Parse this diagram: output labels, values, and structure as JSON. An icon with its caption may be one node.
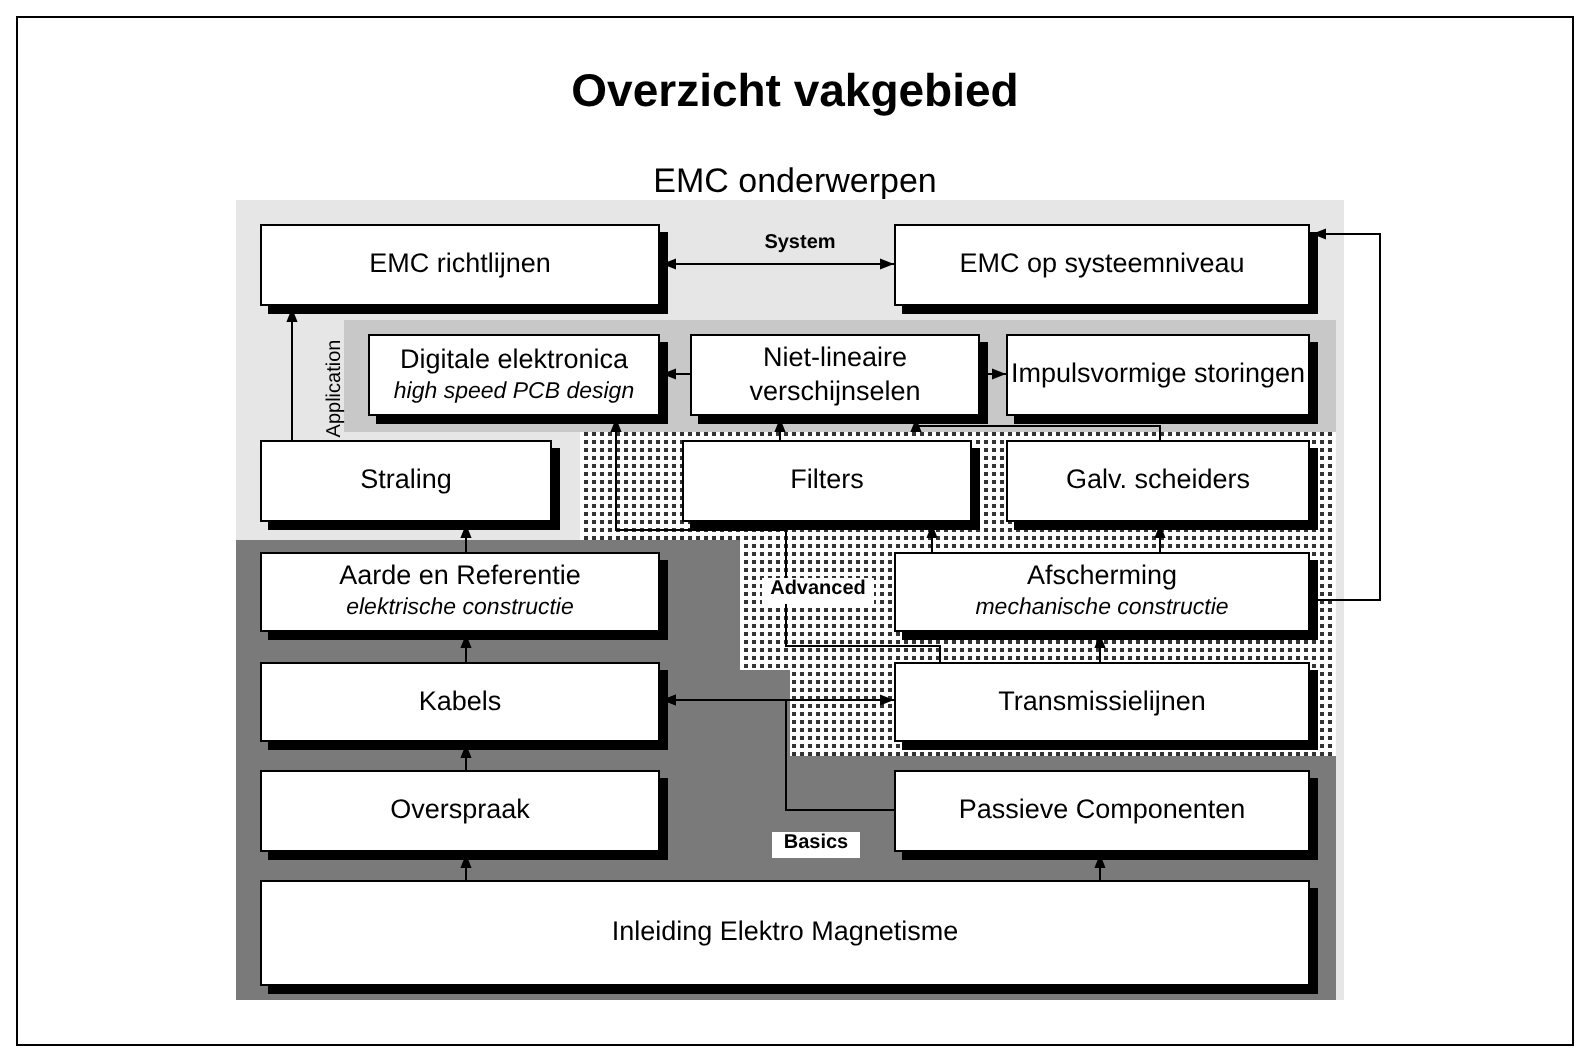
{
  "diagram": {
    "title": "Overzicht vakgebied",
    "nodes": [
      {
        "text": [
          "EMC richtlijnen"
        ]
      },
      {
        "text": [
          "EMC op systeemniveau"
        ]
      },
      {
        "text": [
          "Digitale elektronica",
          "high speed PCB design"
        ]
      },
      {
        "text": [
          "Niet-lineaire verschijnselen"
        ]
      },
      {
        "text": [
          "Impulsvormige storingen"
        ]
      },
      {
        "text": [
          "Straling"
        ]
      },
      {
        "text": [
          "Filters"
        ]
      },
      {
        "text": [
          "Galv. scheiders"
        ]
      },
      {
        "text": [
          "Aarde en Referentie",
          "elektrische constructie"
        ]
      },
      {
        "text": [
          "Afscherming",
          "mechanische constructie"
        ]
      },
      {
        "text": [
          "Kabels"
        ]
      },
      {
        "text": [
          "Transmissielijnen"
        ]
      },
      {
        "text": [
          "Overspraak"
        ]
      },
      {
        "text": [
          "Passieve Componenten"
        ]
      },
      {
        "text": [
          "Inleiding Elektro Magnetisme"
        ]
      }
    ],
    "edges": [
      {
        "from": 0,
        "to": 1,
        "arrow": "both"
      },
      {
        "from": 5,
        "to": 0,
        "arrow": "to"
      },
      {
        "from": 3,
        "to": 2,
        "arrow": "to"
      },
      {
        "from": 3,
        "to": 4,
        "arrow": "to"
      },
      {
        "from": 6,
        "to": 3,
        "arrow": "to"
      },
      {
        "from": 7,
        "to": 3,
        "arrow": "to"
      },
      {
        "from": 8,
        "to": 5,
        "arrow": "to"
      },
      {
        "from": 9,
        "to": 6,
        "arrow": "to"
      },
      {
        "from": 9,
        "to": 7,
        "arrow": "to"
      },
      {
        "from": 11,
        "to": 2,
        "arrow": "to"
      },
      {
        "from": 10,
        "to": 11,
        "arrow": "both"
      },
      {
        "from": 13,
        "to": 10,
        "arrow": "to"
      },
      {
        "from": 11,
        "to": 9,
        "arrow": "to"
      },
      {
        "from": 12,
        "to": 10,
        "arrow": "to"
      },
      {
        "from": 10,
        "to": 8,
        "arrow": "to"
      },
      {
        "from": 14,
        "to": 12,
        "arrow": "to"
      },
      {
        "from": 14,
        "to": 13,
        "arrow": "to"
      },
      {
        "from": 9,
        "to": 1,
        "arrow": "to"
      }
    ],
    "labels": [
      "EMC onderwerpen",
      "System",
      "Application",
      "Advanced",
      "Basics"
    ]
  }
}
